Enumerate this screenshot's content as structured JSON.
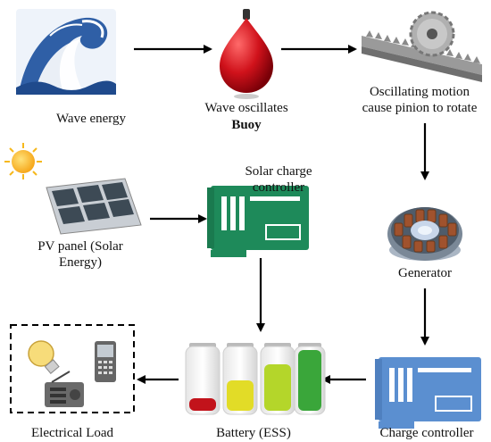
{
  "labels": {
    "wave_energy": "Wave energy",
    "wave_oscillates": "Wave oscillates",
    "buoy": "Buoy",
    "oscillating_1": "Oscillating motion",
    "oscillating_2": "cause pinion to rotate",
    "generator": "Generator",
    "solar_charge_1": "Solar charge",
    "solar_charge_2": "controller",
    "pv_1": "PV panel (Solar",
    "pv_2": "Energy)",
    "charge_controller": "Charge controller",
    "battery": "Battery (ESS)",
    "electrical_load": "Electrical Load"
  },
  "colors": {
    "arrow": "#000000",
    "buoy": "#d0121b",
    "solar_board": "#1e8a5a",
    "charge_board": "#5b8fd0",
    "sun": "#f6b81c",
    "pv_cell": "#3d4a55"
  },
  "icons": [
    "wave-icon",
    "buoy-icon",
    "rack-pinion-icon",
    "generator-icon",
    "sun-icon",
    "solar-panel-icon",
    "solar-charge-controller-icon",
    "charge-controller-icon",
    "battery-icon",
    "light-bulb-icon",
    "radio-icon",
    "phone-icon"
  ]
}
